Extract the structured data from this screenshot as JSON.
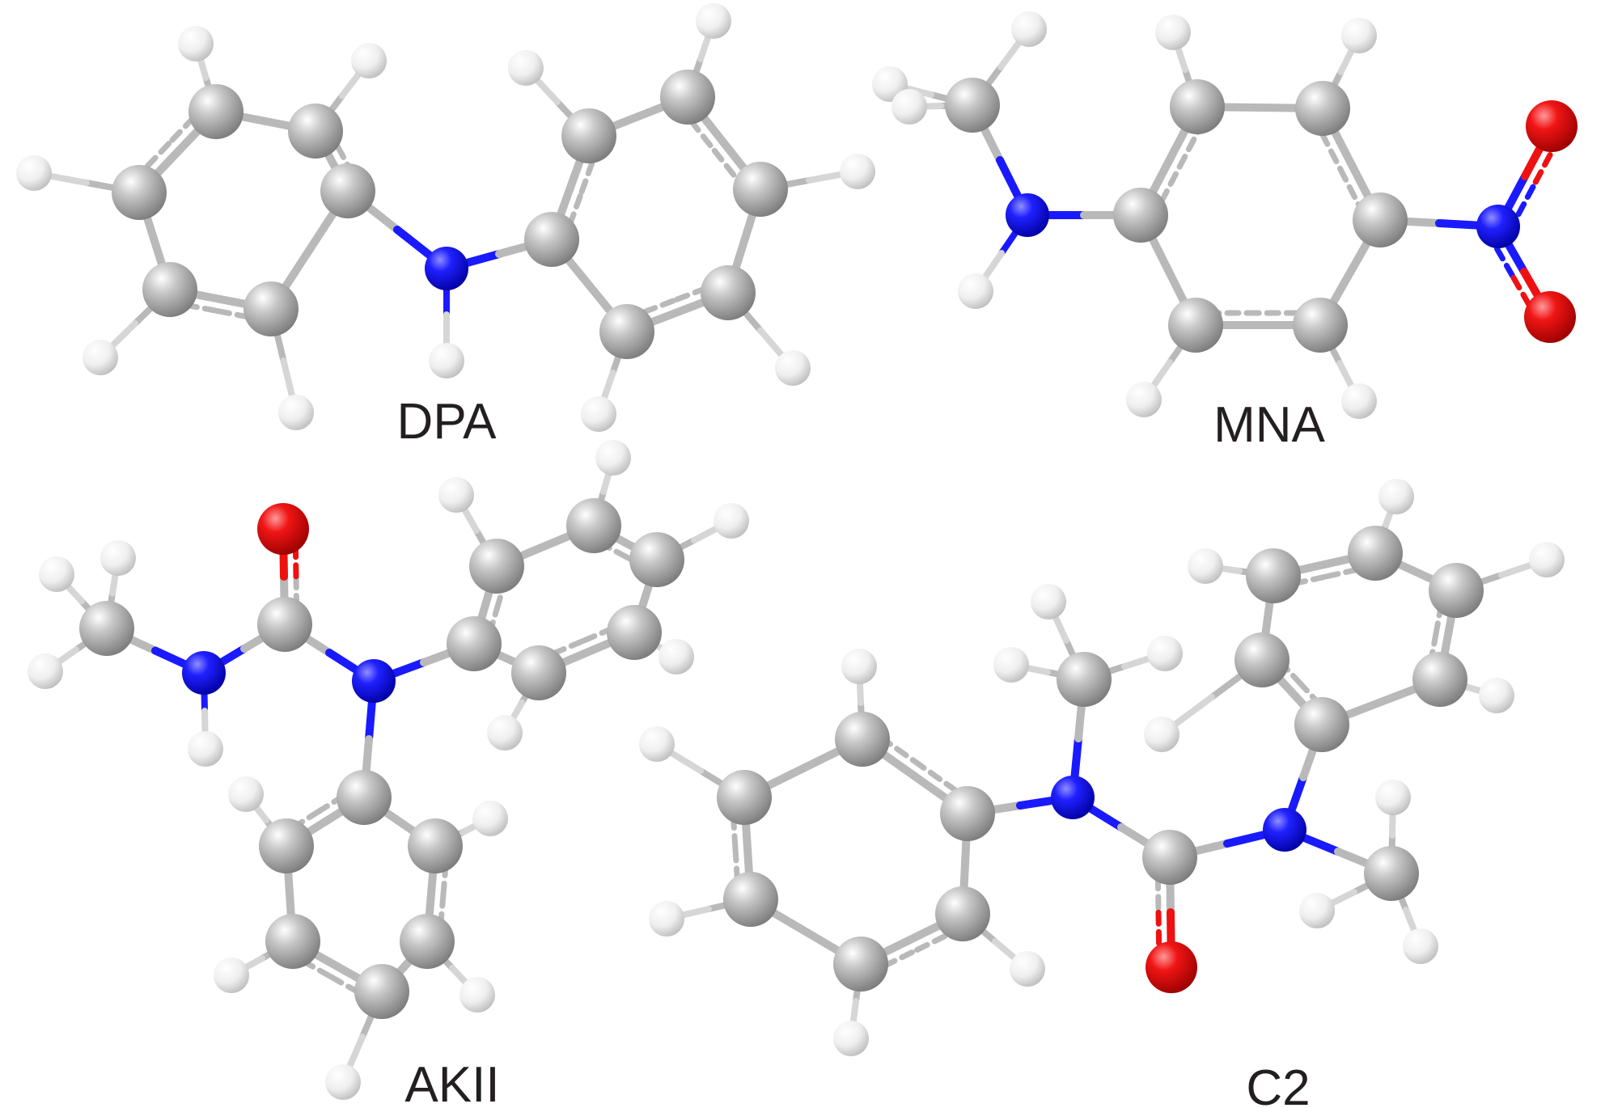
{
  "colors": {
    "carbon": "#a8a8a8",
    "hydrogen": "#e8e8e8",
    "nitrogen": "#1a1aff",
    "oxygen": "#ee1111",
    "bond": "#b9b9b9"
  },
  "molecules": [
    {
      "id": "dpa",
      "label": "DPA"
    },
    {
      "id": "mna",
      "label": "MNA"
    },
    {
      "id": "akii",
      "label": "AKII"
    },
    {
      "id": "c2",
      "label": "C2"
    }
  ]
}
